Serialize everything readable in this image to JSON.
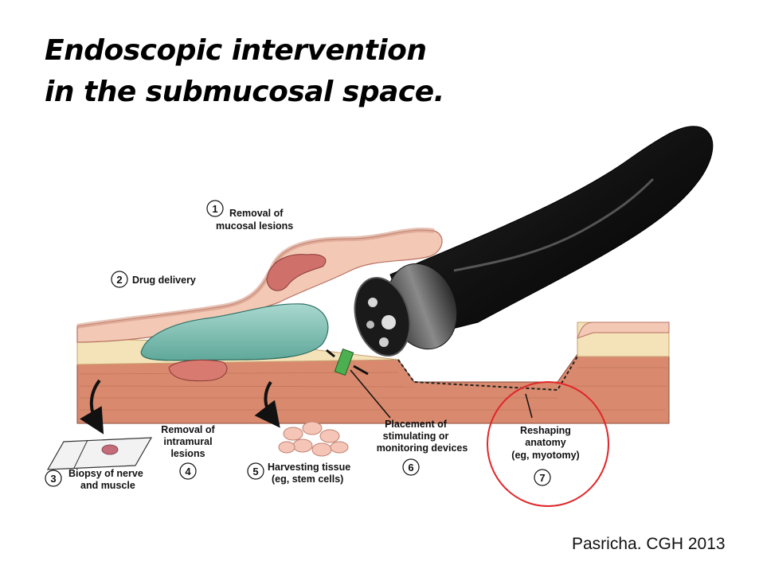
{
  "slide": {
    "title_line1": "Endoscopic intervention",
    "title_line2": "in the submucosal space.",
    "citation": "Pasricha. CGH 2013"
  },
  "diagram": {
    "labels": [
      {
        "id": "mucosal",
        "number": "1",
        "lines": [
          "Removal of",
          "mucosal lesions"
        ]
      },
      {
        "id": "drug",
        "number": "2",
        "lines": [
          "Drug delivery"
        ]
      },
      {
        "id": "biopsy",
        "number": "3",
        "lines": [
          "Biopsy of nerve",
          "and muscle"
        ]
      },
      {
        "id": "intramural",
        "number": "4",
        "lines": [
          "Removal of",
          "intramural",
          "lesions"
        ]
      },
      {
        "id": "harvest",
        "number": "5",
        "lines": [
          "Harvesting tissue",
          "(eg, stem cells)"
        ]
      },
      {
        "id": "devices",
        "number": "6",
        "lines": [
          "Placement of",
          "stimulating or",
          "monitoring devices"
        ]
      },
      {
        "id": "reshaping",
        "number": "7",
        "lines": [
          "Reshaping",
          "anatomy",
          "(eg, myotomy)"
        ]
      }
    ],
    "highlight_color": "#e0262a"
  }
}
